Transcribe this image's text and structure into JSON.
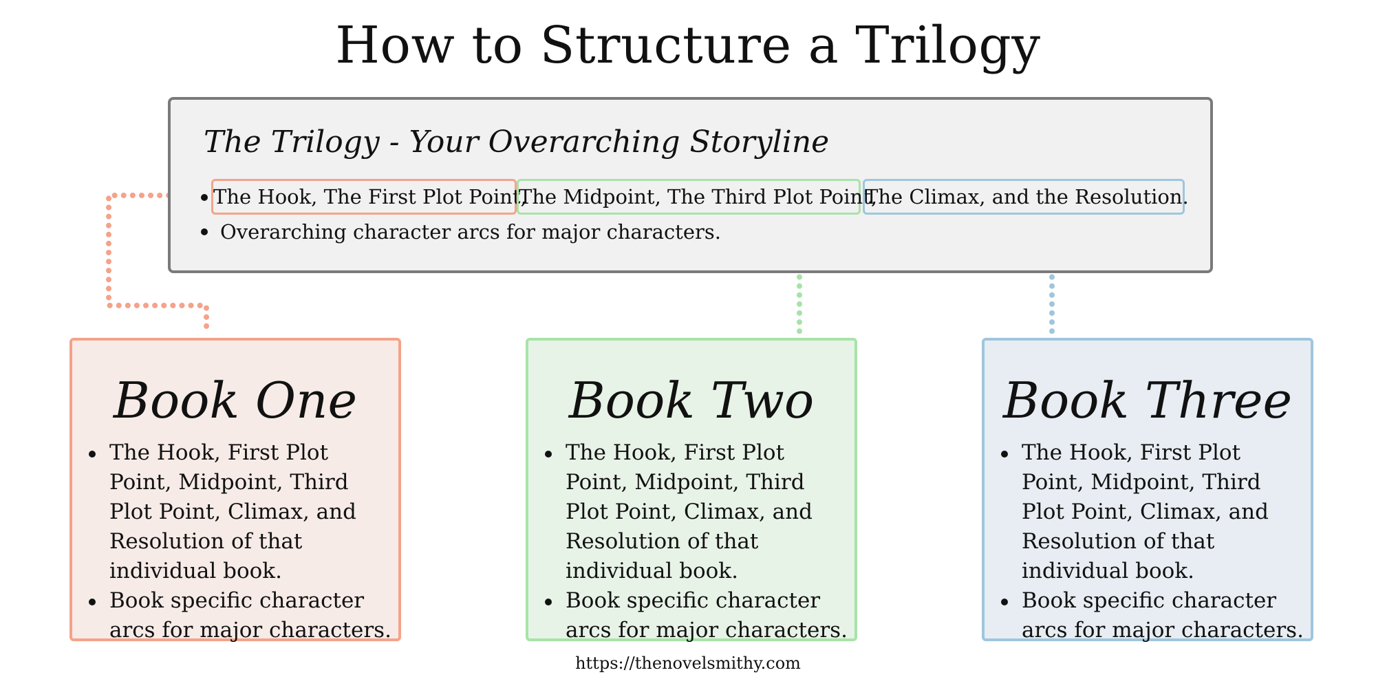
{
  "title": "How to Structure a Trilogy",
  "trilogy": {
    "heading": "The Trilogy - Your Overarching Storyline",
    "segments": [
      {
        "text": "The Hook, The First Plot Point,",
        "color": "#f4a38a"
      },
      {
        "text": "The Midpoint, The Third Plot Point,",
        "color": "#a7e3a8"
      },
      {
        "text": "The Climax, and the Resolution.",
        "color": "#9fc6dd"
      }
    ],
    "bullet2": "Overarching character arcs for major characters."
  },
  "books": [
    {
      "title": "Book One",
      "border": "#f4a38a",
      "fill": "#f6ebe7",
      "bullets": [
        "The Hook, First Plot Point, Midpoint, Third Plot Point, Climax, and Resolution of that individual book.",
        "Book specific character arcs for major characters."
      ]
    },
    {
      "title": "Book Two",
      "border": "#a7e3a8",
      "fill": "#e8f3e8",
      "bullets": [
        "The Hook, First Plot Point, Midpoint, Third Plot Point, Climax, and Resolution of that individual book.",
        "Book specific character arcs for major characters."
      ]
    },
    {
      "title": "Book Three",
      "border": "#9fc6dd",
      "fill": "#e7edf2",
      "bullets": [
        "The Hook, First Plot Point, Midpoint, Third Plot Point, Climax, and Resolution of that individual book.",
        "Book specific character arcs for major characters."
      ]
    }
  ],
  "footer": "https://thenovelsmithy.com"
}
